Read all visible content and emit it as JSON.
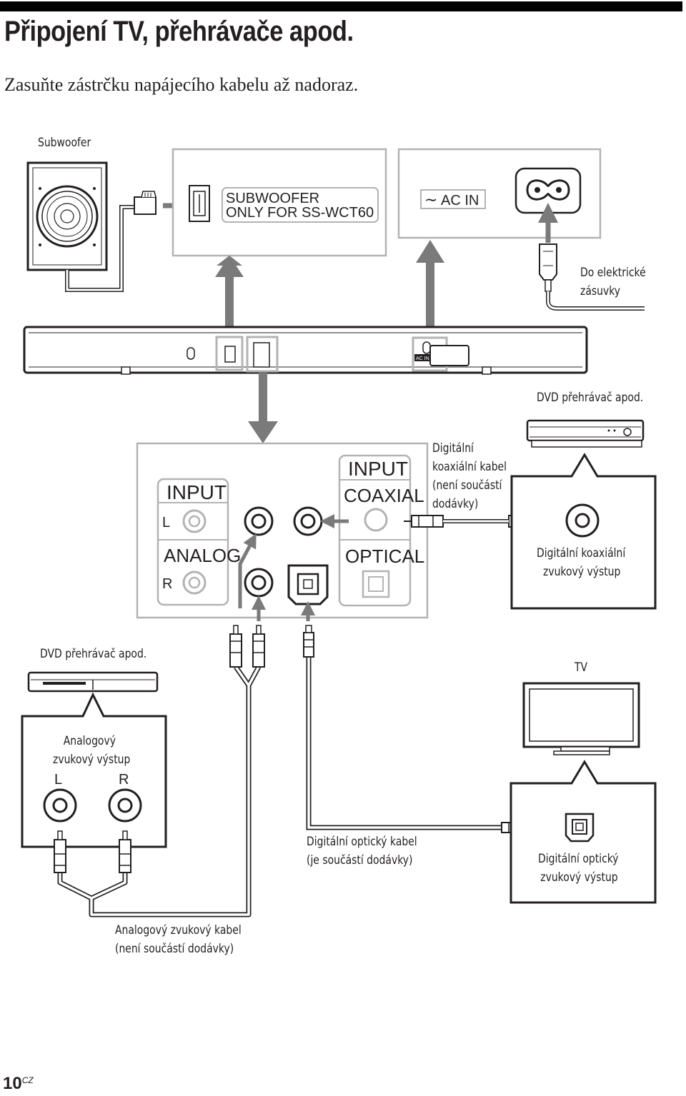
{
  "page": {
    "title": "Připojení TV, přehrávače apod.",
    "subtitle": "Zasuňte zástrčku napájecího kabelu až nadoraz.",
    "page_number": "10",
    "page_suffix": "CZ"
  },
  "labels": {
    "subwoofer": "Subwoofer",
    "outlet_line1": "Do elektrické",
    "outlet_line2": "zásuvky",
    "dvd_top": "DVD přehrávač apod.",
    "coax_cable_line1": "Digitální",
    "coax_cable_line2": "koaxiální kabel",
    "coax_cable_line3": "(není součástí",
    "coax_cable_line4": "dodávky)",
    "coax_out_line1": "Digitální koaxiální",
    "coax_out_line2": "zvukový výstup",
    "dvd_left": "DVD přehrávač apod.",
    "tv": "TV",
    "analog_out_line1": "Analogový",
    "analog_out_line2": "zvukový výstup",
    "optical_cable_line1": "Digitální optický kabel",
    "optical_cable_line2": "(je součástí dodávky)",
    "optical_out_line1": "Digitální optický",
    "optical_out_line2": "zvukový výstup",
    "analog_cable_line1": "Analogový zvukový kabel",
    "analog_cable_line2": "(není součástí dodávky)"
  },
  "panel": {
    "subwoofer_line1": "SUBWOOFER",
    "subwoofer_line2": "ONLY FOR SS-WCT60",
    "ac_in": "AC IN",
    "ac_symbol": "∼",
    "input_left": "INPUT",
    "l": "L",
    "analog": "ANALOG",
    "r": "R",
    "input_right": "INPUT",
    "coaxial": "COAXIAL",
    "optical": "OPTICAL",
    "bar_ac_in": "AC IN",
    "jack_l": "L",
    "jack_r": "R"
  },
  "colors": {
    "line": "#231f20",
    "arrow_gray": "#7a7a7a",
    "panel_gray": "#b3b3b3"
  },
  "icons": [
    "subwoofer-speaker-icon",
    "modular-plug-icon",
    "ac-inlet-icon",
    "power-plug-icon",
    "soundbar-icon",
    "rca-jack-icon",
    "optical-jack-icon",
    "dvd-player-icon",
    "tv-icon",
    "rca-plug-icon",
    "optical-plug-icon",
    "coax-plug-icon"
  ]
}
